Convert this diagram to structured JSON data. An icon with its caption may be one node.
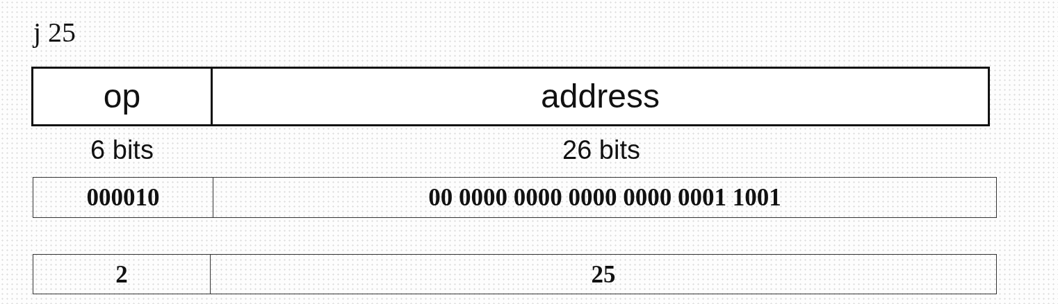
{
  "diagram": {
    "title": "j 25",
    "nodes": [
      {
        "text": [
          "op"
        ],
        "beside": [
          "6 bits"
        ]
      },
      {
        "text": [
          "address"
        ],
        "beside": [
          "26 bits"
        ]
      },
      {
        "text": [
          "000010"
        ]
      },
      {
        "text": [
          "00 0000 0000 0000 0000 0001 1001"
        ]
      },
      {
        "text": [
          "2"
        ]
      },
      {
        "text": [
          "25"
        ]
      }
    ]
  }
}
